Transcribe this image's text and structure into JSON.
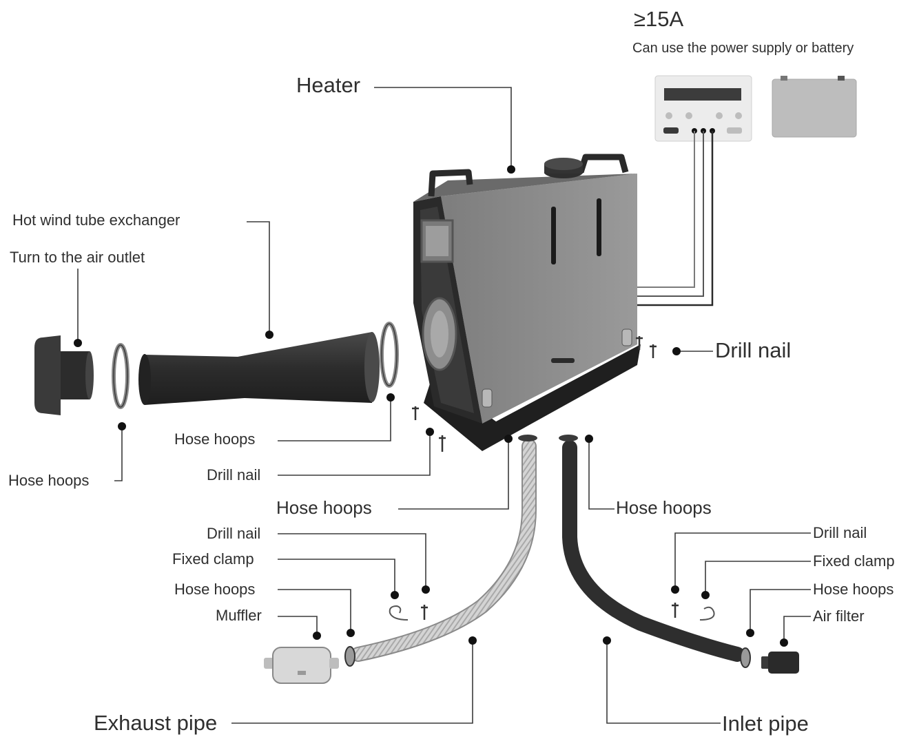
{
  "power": {
    "amperage": "≥15A",
    "note": "Can use the power supply or battery"
  },
  "labels": {
    "heater": "Heater",
    "hot_wind_tube": "Hot wind tube exchanger",
    "turn_to_outlet": "Turn to the air outlet",
    "drill_nail_right": "Drill nail",
    "hose_hoops_left_ring": "Hose hoops",
    "hose_hoops_tube_end": "Hose hoops",
    "drill_nail_heater_left": "Drill nail",
    "hose_hoops_exhaust_top": "Hose hoops",
    "hose_hoops_inlet_top": "Hose hoops",
    "drill_nail_exhaust": "Drill nail",
    "fixed_clamp_exhaust": "Fixed clamp",
    "hose_hoops_exhaust_bottom": "Hose hoops",
    "muffler": "Muffler",
    "drill_nail_inlet": "Drill nail",
    "fixed_clamp_inlet": "Fixed clamp",
    "hose_hoops_inlet_bottom": "Hose hoops",
    "air_filter": "Air filter",
    "exhaust_pipe": "Exhaust pipe",
    "inlet_pipe": "Inlet pipe"
  },
  "colors": {
    "background": "#ffffff",
    "heater_body": "#8c8c8c",
    "heater_dark": "#2b2b2b",
    "hose_dark": "#3a3a3a",
    "hose_light": "#c9c9c9",
    "device_light": "#e6e6e6"
  }
}
